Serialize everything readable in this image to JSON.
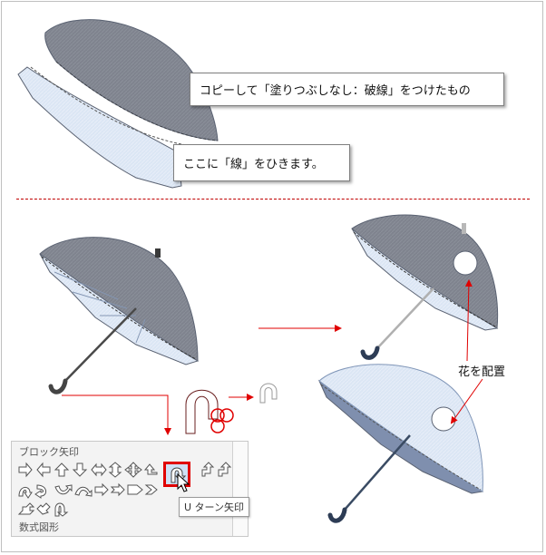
{
  "callouts": {
    "copy_note": "コピーして「塗りつぶしなし：破線」をつけたもの",
    "line_note": "ここに「線」をひきます。"
  },
  "annotation": {
    "flower_label": "花を配置"
  },
  "shape_menu": {
    "header": "ブロック矢印",
    "footer": "数式図形",
    "tooltip": "U ターン矢印"
  },
  "colors": {
    "canopy_dark": "#7f838e",
    "canopy_light": "#dbe6f4",
    "outline": "#5a6272",
    "arrow_red": "#e00000",
    "handle_navy": "#2d3c55"
  }
}
